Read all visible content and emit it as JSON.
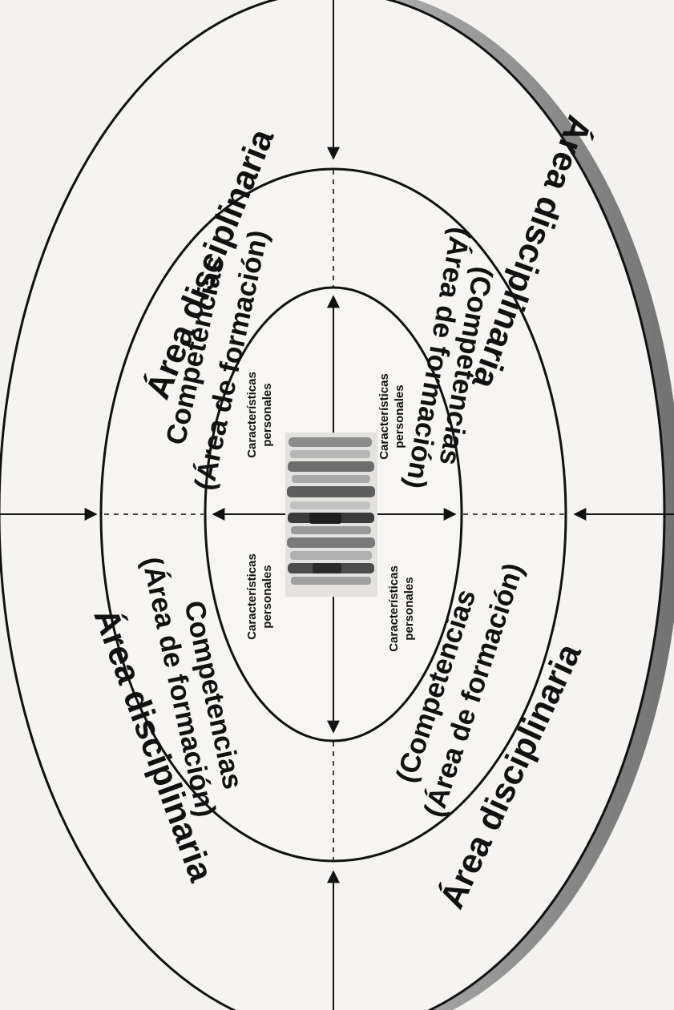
{
  "diagram": {
    "outer_labels": {
      "top_left": "Área disciplinaria",
      "top_right": "Área disciplinaria",
      "bottom_left": "Área disciplinaria",
      "bottom_right": "Área disciplinaria"
    },
    "middle_labels": {
      "top_left": {
        "line1": "Competencias",
        "line2": "(Área de formación)"
      },
      "top_right": {
        "line1": "(Competencias",
        "line2": "(Área de formación)"
      },
      "bottom_left": {
        "line1": "Competencias",
        "line2": "(Área de formación)"
      },
      "bottom_right": {
        "line1": "(Competencias",
        "line2": "(Área de formación)"
      }
    },
    "inner_labels": {
      "top_left": {
        "line1": "Características",
        "line2": "personales"
      },
      "top_right": {
        "line1": "Características",
        "line2": "personales"
      },
      "bottom_left": {
        "line1": "Características",
        "line2": "personales"
      },
      "bottom_right": {
        "line1": "Características",
        "line2": "personales"
      }
    },
    "center_image": "group-of-people",
    "colors": {
      "background": "#f4f2ee",
      "line": "#111111",
      "shadow": "#7a7a7a"
    }
  }
}
